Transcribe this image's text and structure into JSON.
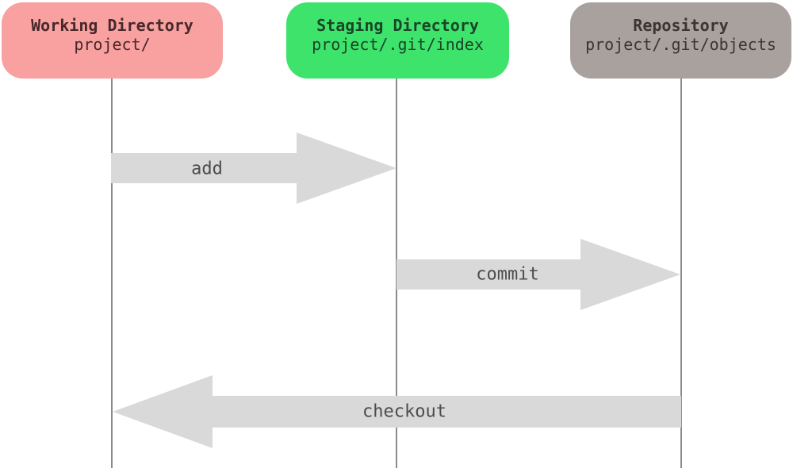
{
  "diagram": {
    "nodes": [
      {
        "id": "working-directory",
        "title": "Working Directory",
        "subtitle": "project/",
        "fill": "#f9a0a0",
        "text_color": "#46282b"
      },
      {
        "id": "staging-directory",
        "title": "Staging Directory",
        "subtitle": "project/.git/index",
        "fill": "#3ee36c",
        "text_color": "#1a4527"
      },
      {
        "id": "repository",
        "title": "Repository",
        "subtitle": "project/.git/objects",
        "fill": "#a8a19e",
        "text_color": "#3a3534"
      }
    ],
    "arrows": [
      {
        "label": "add",
        "from": "working-directory",
        "to": "staging-directory",
        "direction": "right"
      },
      {
        "label": "commit",
        "from": "staging-directory",
        "to": "repository",
        "direction": "right"
      },
      {
        "label": "checkout",
        "from": "repository",
        "to": "working-directory",
        "direction": "left"
      }
    ],
    "colors": {
      "background": "#ffffff",
      "arrow_fill": "#d9d9d9",
      "lifeline": "#8b8b8b",
      "arrow_label_text": "#4c4c4c"
    }
  }
}
